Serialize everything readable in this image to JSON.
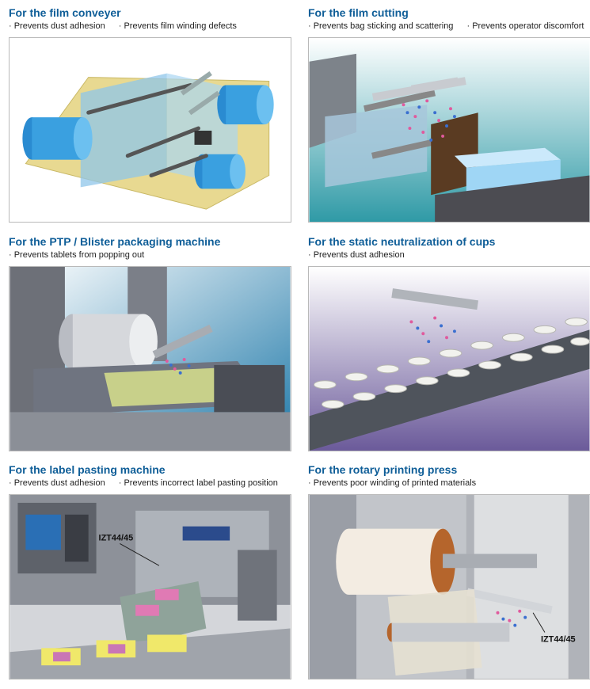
{
  "panels": [
    {
      "title": "For the film conveyer",
      "bullets": [
        "· Prevents dust adhesion",
        "· Prevents film winding defects"
      ]
    },
    {
      "title": "For the film cutting",
      "bullets": [
        "· Prevents bag sticking and scattering",
        "· Prevents operator discomfort"
      ]
    },
    {
      "title": "For the PTP / Blister packaging machine",
      "bullets": [
        "· Prevents tablets from popping out"
      ]
    },
    {
      "title": "For the static neutralization of cups",
      "bullets": [
        "· Prevents dust adhesion"
      ]
    },
    {
      "title": "For the label pasting machine",
      "bullets": [
        "· Prevents dust adhesion",
        "· Prevents incorrect label pasting position"
      ],
      "callout": "IZT44/45"
    },
    {
      "title": "For the rotary printing press",
      "bullets": [
        "· Prevents poor winding of printed materials"
      ],
      "callout": "IZT44/45"
    }
  ],
  "colors": {
    "title": "#0f5e98",
    "frame_border": "#b9b9b9"
  }
}
